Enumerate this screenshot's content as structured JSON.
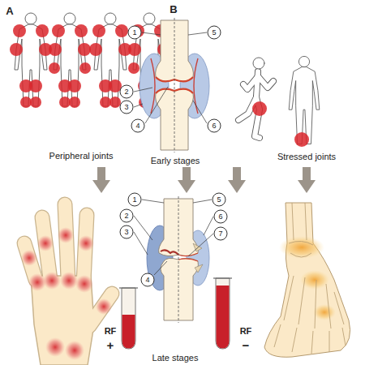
{
  "diagram": {
    "labels": [
      "A",
      "B",
      "1",
      "5",
      "2",
      "3",
      "4",
      "6",
      "Peripheral joints",
      "Early stages",
      "Stressed joints",
      "1",
      "2",
      "3",
      "4",
      "5",
      "6",
      "7",
      "RF",
      "+",
      "Late stages",
      "RF",
      "−"
    ]
  }
}
